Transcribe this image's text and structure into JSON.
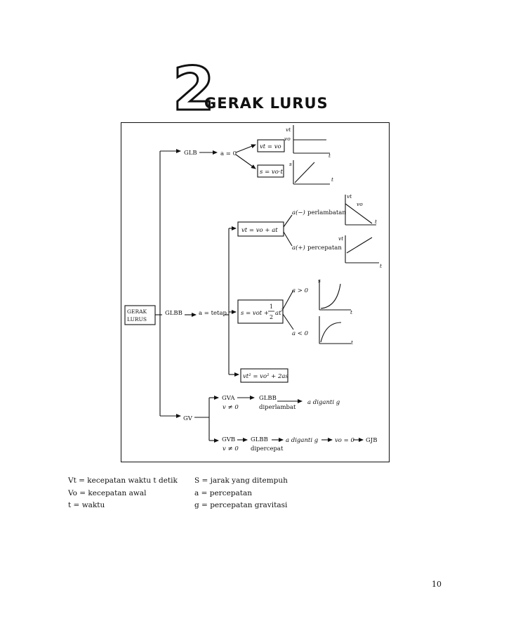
{
  "chapter": {
    "number": "2",
    "title": "GERAK LURUS"
  },
  "diagram": {
    "root": "GERAK LURUS",
    "glb": {
      "label": "GLB",
      "condition": "a = 0",
      "eq1": "vt = vo",
      "eq2": "s = vo·t",
      "graph1": {
        "ylabel": "vt",
        "level_label": "vo",
        "xlabel": "t"
      },
      "graph2": {
        "ylabel": "s",
        "xlabel": "t"
      }
    },
    "glbb": {
      "label": "GLBB",
      "condition": "a = tetap",
      "eq_v": "vt = vo + at",
      "decel_a": "a(−)",
      "decel_text": "perlambatan",
      "accel_a": "a(+)",
      "accel_text": "percepatan",
      "graph_decel": {
        "ylabel": "vt",
        "level_label": "vo",
        "xlabel": "t"
      },
      "graph_accel": {
        "ylabel": "vt",
        "xlabel": "t"
      },
      "eq_s_prefix": "s = vot +",
      "eq_s_num": "1",
      "eq_s_den": "2",
      "eq_s_suffix": "at",
      "eq_s_sq": "2",
      "a_pos": "a > 0",
      "a_neg": "a < 0",
      "graph_s": {
        "ylabel": "s",
        "xlabel": "t"
      },
      "graph_s2": {
        "xlabel": "t"
      },
      "eq3": "vt² = vo² + 2as"
    },
    "gv": {
      "label": "GV",
      "gva": "GVA",
      "gva_cond": "v ≠ 0",
      "gva_glbb": "GLBB",
      "gva_sub": "diperlambat",
      "gva_result": "a diganti g",
      "gvb": "GVB",
      "gvb_cond": "v ≠ 0",
      "gvb_glbb": "GLBB",
      "gvb_sub": "dipercepat",
      "gvb_result": "a diganti g",
      "gvb_v0": "vo = 0",
      "gvb_end": "GJB"
    }
  },
  "legend": {
    "left": [
      "Vt  = kecepatan waktu t detik",
      "Vo = kecepatan awal",
      "t    = waktu"
    ],
    "right": [
      "S  = jarak yang ditempuh",
      "a  = percepatan",
      "g  = percepatan gravitasi"
    ]
  },
  "page_number": "10"
}
